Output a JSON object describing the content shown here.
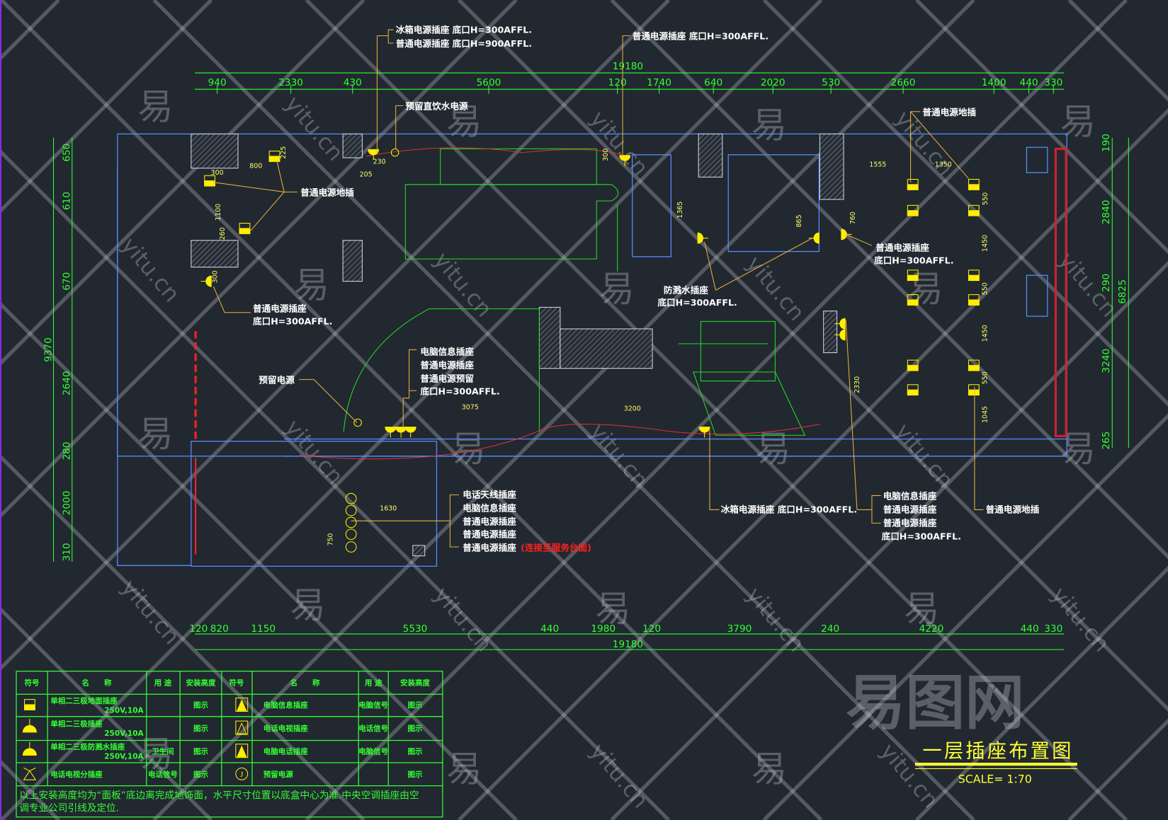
{
  "drawing": {
    "title": "一层插座布置图",
    "scale": "SCALE= 1:70"
  },
  "dimensions": {
    "top_total": "19180",
    "top": [
      "940",
      "2330",
      "430",
      "5600",
      "120",
      "1740",
      "640",
      "2020",
      "530",
      "2660",
      "1400",
      "440",
      "330"
    ],
    "bottom_total": "19180",
    "bottom": [
      "120",
      "820",
      "1150",
      "5530",
      "440",
      "1980",
      "120",
      "3790",
      "240",
      "4220",
      "440",
      "330"
    ],
    "left_total": "9370",
    "left": [
      "650",
      "610",
      "670",
      "2640",
      "280",
      "2000",
      "310"
    ],
    "right_total": "6825",
    "right": [
      "190",
      "2840",
      "290",
      "3240",
      "265"
    ],
    "inner": [
      "225",
      "800",
      "300",
      "1100",
      "260",
      "300",
      "230",
      "205",
      "300",
      "1365",
      "865",
      "760",
      "1555",
      "1350",
      "550",
      "1450",
      "550",
      "1450",
      "550",
      "1045",
      "3075",
      "3200",
      "2330",
      "1630",
      "750"
    ]
  },
  "labels": {
    "fridge_top_1": "冰箱电源插座 底口H=300AFFL.",
    "fridge_top_2": "普通电源插座 底口H=900AFFL.",
    "normal_top_right": "普通电源插座 底口H=300AFFL.",
    "drinking_water": "预留直饮水电源",
    "floor_socket_left": "普通电源地插",
    "floor_socket_right": "普通电源地插",
    "normal_left_1": "普通电源插座",
    "normal_left_2": "底口H=300AFFL.",
    "normal_mid_right_1": "普通电源插座",
    "normal_mid_right_2": "底口H=300AFFL.",
    "splash_1": "防溅水插座",
    "splash_2": "底口H=300AFFL.",
    "reserved_power": "预留电源",
    "center_group": [
      "电脑信息插座",
      "普通电源插座",
      "普通电源预留",
      "底口H=300AFFL."
    ],
    "bottom_group": [
      "电话天线插座",
      "电脑信息插座",
      "普通电源插座",
      "普通电源插座",
      "普通电源插座"
    ],
    "bottom_group_note": "(连接至服务台面)",
    "fridge_bottom": "冰箱电源插座 底口H=300AFFL.",
    "right_group": [
      "电脑信息插座",
      "普通电源插座",
      "普通电源插座",
      "底口H=300AFFL."
    ],
    "floor_socket_bottom": "普通电源地插"
  },
  "legend": {
    "headers": [
      "符号",
      "名　　称",
      "用 途",
      "安装高度",
      "符号",
      "名　　称",
      "用 途",
      "安装高度"
    ],
    "rows": [
      {
        "icon_l": "floor-socket",
        "name_l": "单相二三极地面插座",
        "rating_l": "250V,10A",
        "use_l": "",
        "height_l": "图示",
        "icon_r": "computer-socket",
        "name_r": "电脑信息插座",
        "use_r": "电脑信号",
        "height_r": "图示"
      },
      {
        "icon_l": "socket",
        "name_l": "单相二三极插座",
        "rating_l": "250V,10A",
        "use_l": "",
        "height_l": "图示",
        "icon_r": "tv-socket",
        "name_r": "电话电视插座",
        "use_r": "电话信号",
        "height_r": "图示"
      },
      {
        "icon_l": "splash-socket",
        "name_l": "单相二三极防溅水插座",
        "rating_l": "250V,10A",
        "use_l": "卫生间",
        "height_l": "图示",
        "icon_r": "computer-phone-socket",
        "name_r": "电脑电话插座",
        "use_r": "电脑信号",
        "height_r": "图示"
      },
      {
        "icon_l": "phone-tv-socket",
        "name_l": "电话电视分插座",
        "rating_l": "",
        "use_l": "电话信号",
        "height_l": "图示",
        "icon_r": "reserved-power",
        "name_r": "预留电源",
        "use_r": "",
        "height_r": "图示"
      }
    ],
    "note_1": "以上安装高度均为“面板”底边离完成地饰面，水平尺寸位置以底盒中心为准.中央空调插座由空",
    "note_2": "调专业公司引线及定位."
  },
  "watermark": {
    "logo": "易图网",
    "glyph": "易",
    "site": "yitu.cn"
  },
  "colors": {
    "background": "#212830",
    "dimension": "#33ff33",
    "wall": "#5a8cff",
    "leader": "#e8b040",
    "socket": "#ffee00",
    "title": "#ffff33",
    "warning": "#ff2020"
  }
}
